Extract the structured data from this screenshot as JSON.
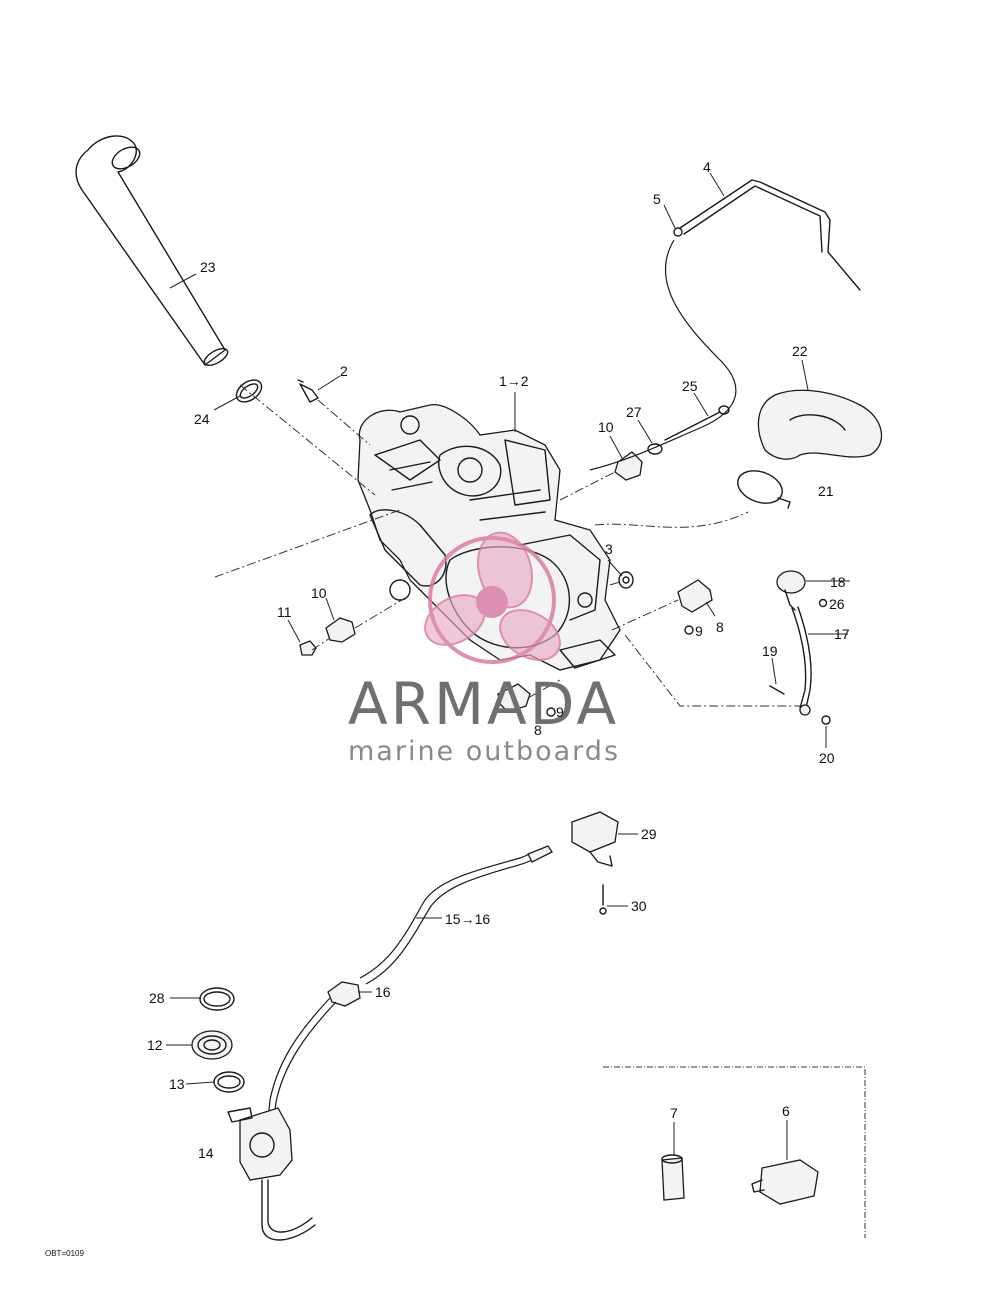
{
  "callouts": {
    "c1_2": "1→2",
    "c2": "2",
    "c3": "3",
    "c4": "4",
    "c5": "5",
    "c6": "6",
    "c7": "7",
    "c8a": "8",
    "c8b": "8",
    "c9a": "9",
    "c9b": "9",
    "c10a": "10",
    "c10b": "10",
    "c11": "11",
    "c12": "12",
    "c13": "13",
    "c14": "14",
    "c15_16": "15→16",
    "c16": "16",
    "c17": "17",
    "c18": "18",
    "c19": "19",
    "c20": "20",
    "c21": "21",
    "c22": "22",
    "c23": "23",
    "c24": "24",
    "c25": "25",
    "c26": "26",
    "c27": "27",
    "c28": "28",
    "c29": "29",
    "c30": "30"
  },
  "reference_code": "OBT=0109",
  "watermark": {
    "brand": "ARMADA",
    "tagline": "marine outboards",
    "logo_color": "#d77ea6"
  }
}
